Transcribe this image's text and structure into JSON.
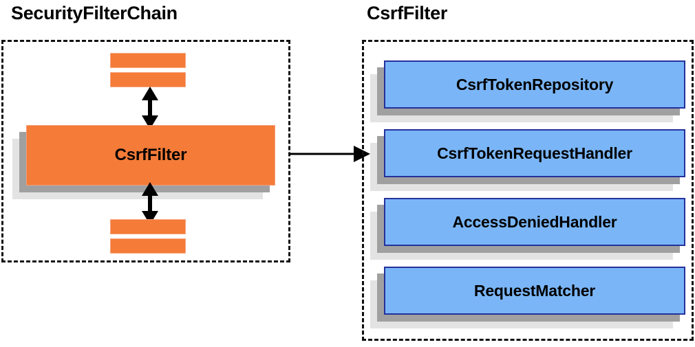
{
  "diagram": {
    "type": "architecture-block-diagram",
    "background": "#ffffff",
    "colors": {
      "orange_fill": "#f47b38",
      "orange_border": "#f5a07a",
      "blue_fill": "#7ab6f7",
      "blue_border": "#24309c",
      "shadow_near": "#a0a0a0",
      "shadow_far": "#e3e3e3",
      "panel_border": "#111111",
      "text": "#000000",
      "arrow": "#000000"
    }
  },
  "left_panel": {
    "title": "SecurityFilterChain",
    "main_node": {
      "label": "CsrfFilter"
    },
    "filter_bars": [
      {
        "position": "top-1"
      },
      {
        "position": "top-2"
      },
      {
        "position": "bottom-1"
      },
      {
        "position": "bottom-2"
      }
    ],
    "arrows": [
      {
        "name": "filter-chain-arrow-up",
        "direction": "bidirectional-vertical"
      },
      {
        "name": "filter-chain-arrow-down",
        "direction": "bidirectional-vertical"
      }
    ]
  },
  "right_panel": {
    "title": "CsrfFilter",
    "collaborators": [
      {
        "label": "CsrfTokenRepository"
      },
      {
        "label": "CsrfTokenRequestHandler"
      },
      {
        "label": "AccessDeniedHandler"
      },
      {
        "label": "RequestMatcher"
      }
    ]
  },
  "connector": {
    "name": "securityfilterchain-to-csrffilter",
    "direction": "left-to-right",
    "style": "solid-single-arrowhead"
  }
}
